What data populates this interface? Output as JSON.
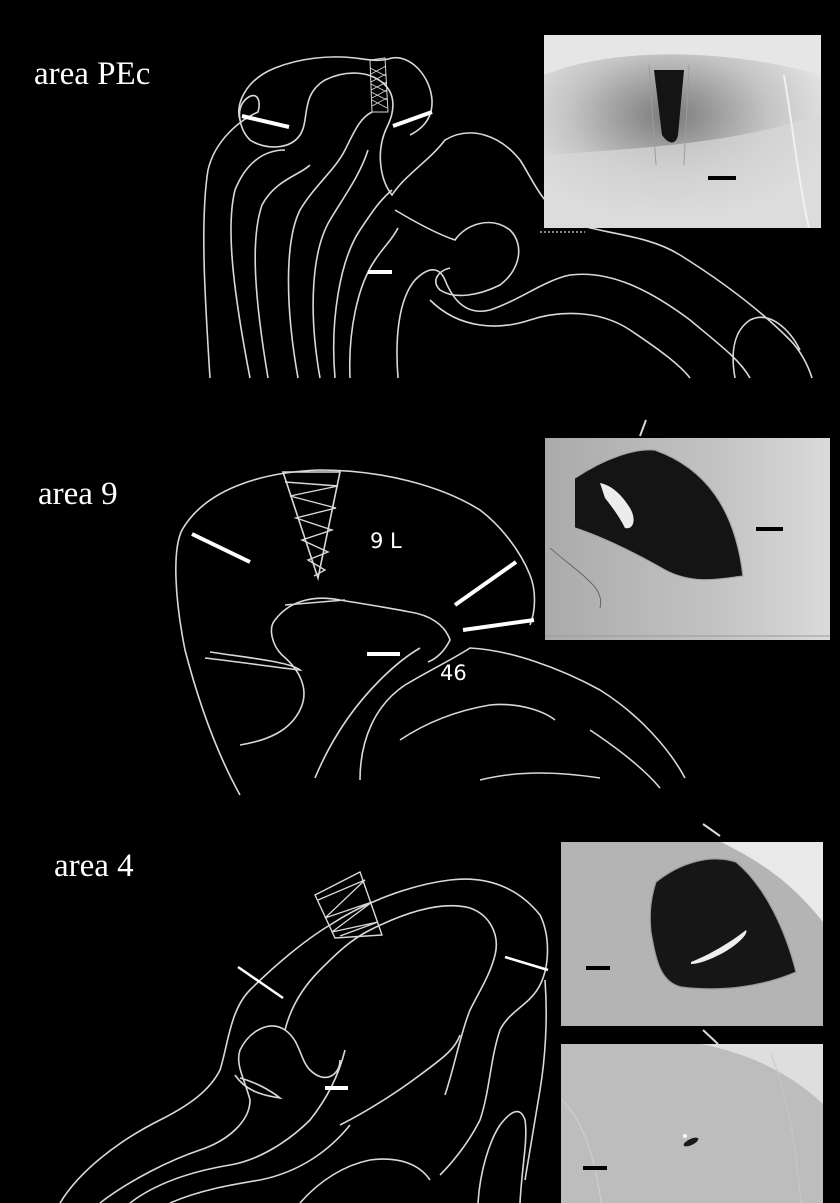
{
  "panels": [
    {
      "id": "pec",
      "label": "area PEc"
    },
    {
      "id": "area9",
      "label": "area 9",
      "region_labels": [
        "9 L",
        "46"
      ]
    },
    {
      "id": "area4",
      "label": "area 4"
    }
  ],
  "colors": {
    "background": "#000000",
    "outline": "#d9d9d9",
    "photo_bg": "#e6e6e6",
    "stain": "#141414",
    "scale_bar": "#000000"
  }
}
